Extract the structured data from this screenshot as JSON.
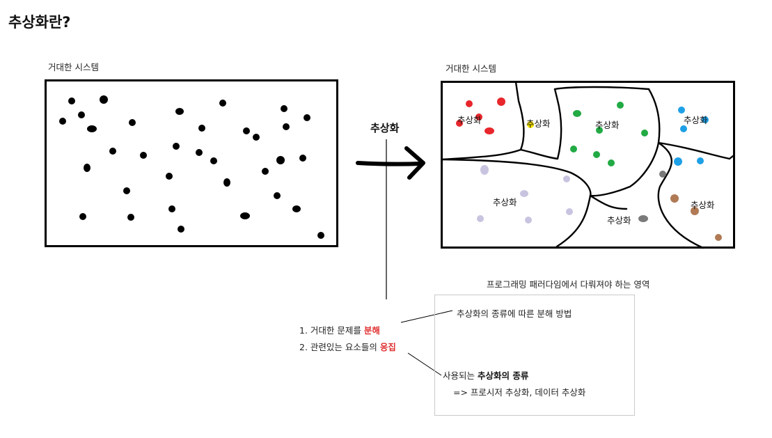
{
  "title": "추상화란?",
  "left_panel": {
    "caption": "거대한 시스템"
  },
  "right_panel": {
    "caption": "거대한 시스템",
    "regions": [
      {
        "label": "추상화",
        "dot_color": "#e8262b"
      },
      {
        "label": "추상화",
        "dot_color": "#f7e300"
      },
      {
        "label": "추상화",
        "dot_color": "#22aa44"
      },
      {
        "label": "추상화",
        "dot_color": "#1ea0e6"
      },
      {
        "label": "추상화",
        "dot_color": "#c8c4e0"
      },
      {
        "label": "추상화",
        "dot_color": "#7a7a7a"
      },
      {
        "label": "추상화",
        "dot_color": "#b07a55"
      }
    ]
  },
  "arrow": {
    "label": "추상화"
  },
  "points": {
    "item1_prefix": "1. 거대한 문제를 ",
    "item1_emphasis": "분해",
    "item2_prefix": "2. 관련있는 요소들의 ",
    "item2_emphasis": "응집"
  },
  "paradigm_note": "프로그래밍 패러다임에서 다뤄져야 하는 영역",
  "info_box": {
    "line1": "추상화의 종류에 따른 분해 방법",
    "line2_prefix": "사용되는 ",
    "line2_emphasis": "추상화의 종류",
    "line3": "=> 프로시저 추상화, 데이터 추상화"
  },
  "colors": {
    "accent_red": "#e03030",
    "ink": "#000000",
    "box_border": "#c9c9c9"
  }
}
